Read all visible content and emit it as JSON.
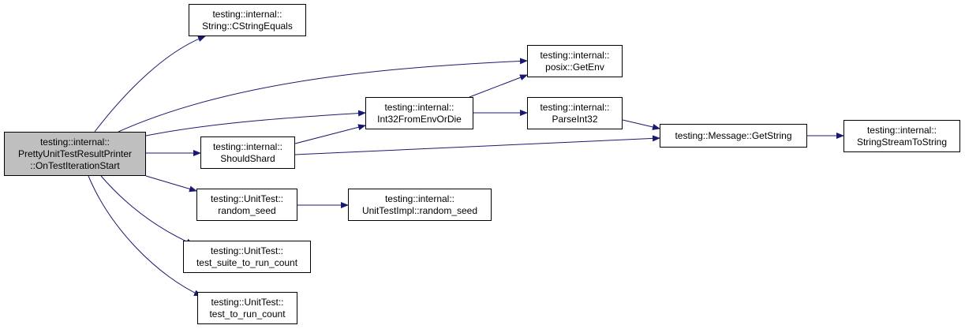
{
  "colors": {
    "edge": "#191970",
    "root_fill": "#bfbfbf",
    "node_fill": "#ffffff",
    "border": "#000000"
  },
  "nodes": {
    "root": {
      "lines": [
        "testing::internal::",
        "PrettyUnitTestResultPrinter",
        "::OnTestIterationStart"
      ]
    },
    "cstringequals": {
      "lines": [
        "testing::internal::",
        "String::CStringEquals"
      ]
    },
    "getenv": {
      "lines": [
        "testing::internal::",
        "posix::GetEnv"
      ]
    },
    "int32fromenvordie": {
      "lines": [
        "testing::internal::",
        "Int32FromEnvOrDie"
      ]
    },
    "parseint32": {
      "lines": [
        "testing::internal::",
        "ParseInt32"
      ]
    },
    "message_getstring": {
      "lines": [
        "testing::Message::GetString"
      ]
    },
    "stringstreamtostring": {
      "lines": [
        "testing::internal::",
        "StringStreamToString"
      ]
    },
    "shouldshard": {
      "lines": [
        "testing::internal::",
        "ShouldShard"
      ]
    },
    "unittest_random_seed": {
      "lines": [
        "testing::UnitTest::",
        "random_seed"
      ]
    },
    "unittestimpl_random_seed": {
      "lines": [
        "testing::internal::",
        "UnitTestImpl::random_seed"
      ]
    },
    "test_suite_to_run_count": {
      "lines": [
        "testing::UnitTest::",
        "test_suite_to_run_count"
      ]
    },
    "test_to_run_count": {
      "lines": [
        "testing::UnitTest::",
        "test_to_run_count"
      ]
    }
  },
  "edges": [
    {
      "from": "root",
      "to": "cstringequals"
    },
    {
      "from": "root",
      "to": "getenv"
    },
    {
      "from": "root",
      "to": "int32fromenvordie"
    },
    {
      "from": "root",
      "to": "shouldshard"
    },
    {
      "from": "root",
      "to": "unittest_random_seed"
    },
    {
      "from": "root",
      "to": "test_suite_to_run_count"
    },
    {
      "from": "root",
      "to": "test_to_run_count"
    },
    {
      "from": "int32fromenvordie",
      "to": "getenv"
    },
    {
      "from": "int32fromenvordie",
      "to": "parseint32"
    },
    {
      "from": "parseint32",
      "to": "message_getstring"
    },
    {
      "from": "shouldshard",
      "to": "int32fromenvordie"
    },
    {
      "from": "shouldshard",
      "to": "message_getstring"
    },
    {
      "from": "message_getstring",
      "to": "stringstreamtostring"
    },
    {
      "from": "unittest_random_seed",
      "to": "unittestimpl_random_seed"
    }
  ]
}
